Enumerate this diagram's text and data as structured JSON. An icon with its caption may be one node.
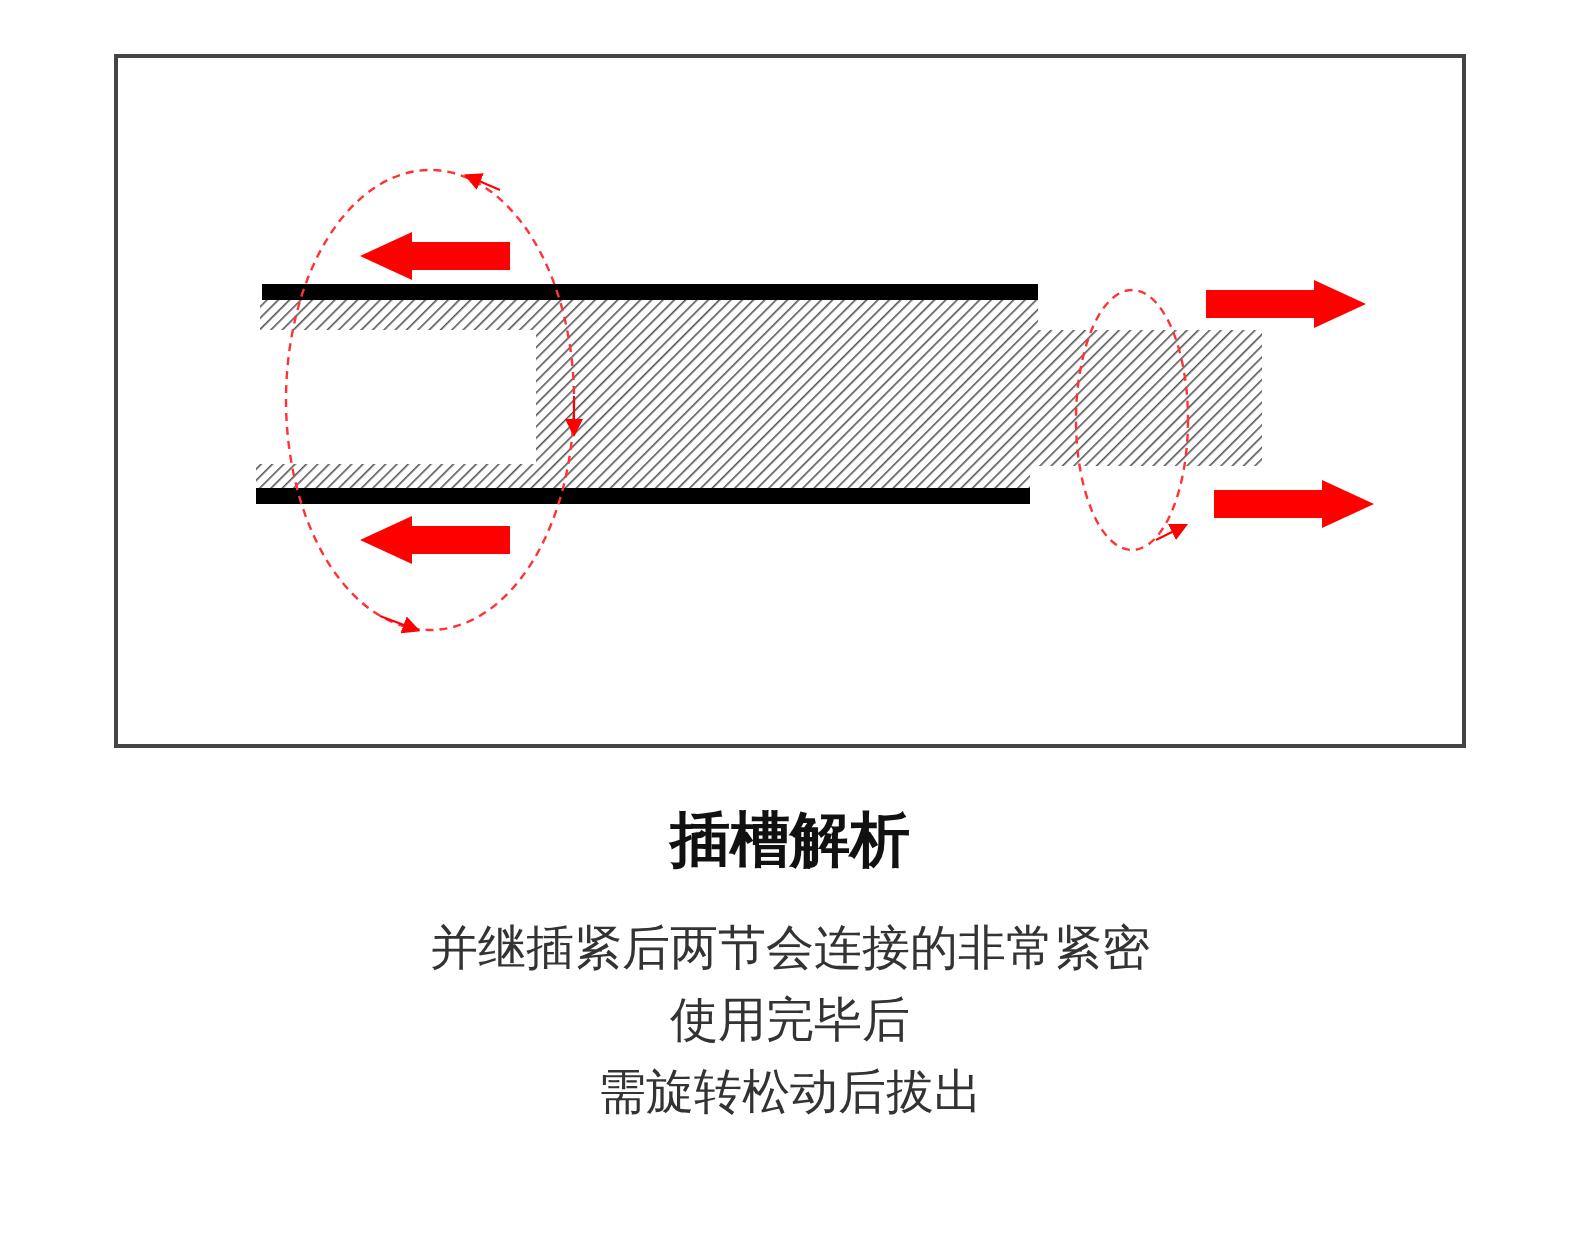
{
  "diagram": {
    "title": "插槽解析",
    "labels": [
      "并继插紧后两节会连接的非常紧密",
      "使用完毕后",
      "需旋转松动后拔出"
    ]
  }
}
